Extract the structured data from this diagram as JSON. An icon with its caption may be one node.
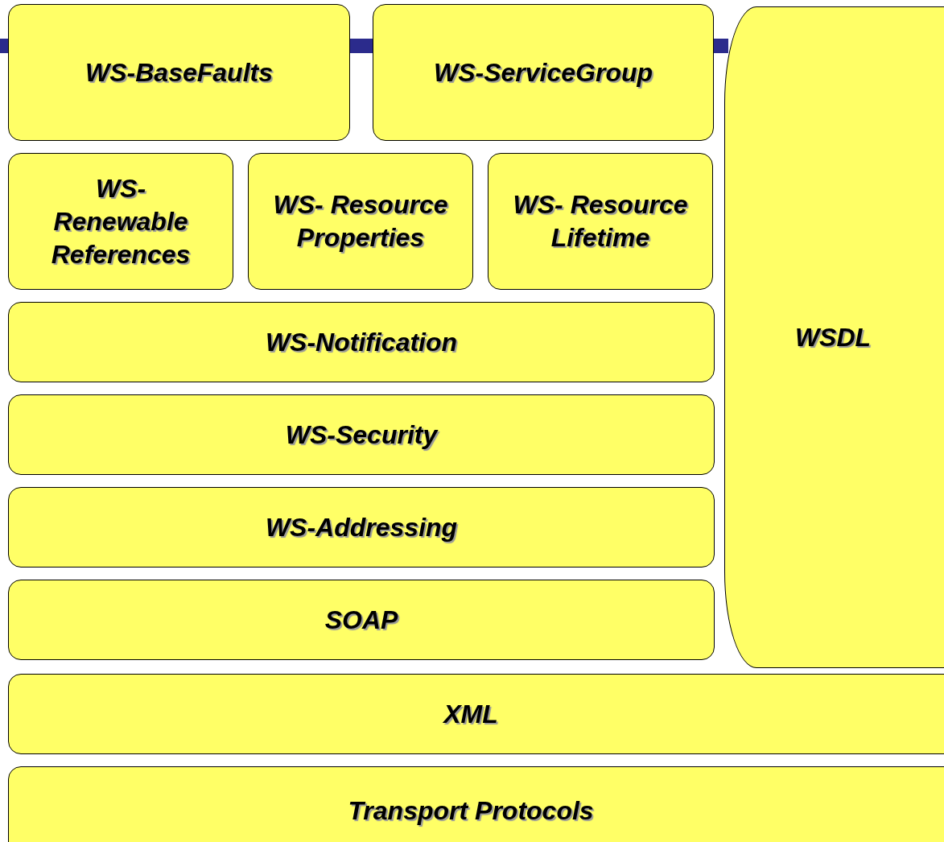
{
  "diagram": {
    "nodes": [
      {
        "text": [
          "WS-BaseFaults"
        ]
      },
      {
        "text": [
          "WS-ServiceGroup"
        ]
      },
      {
        "text": [
          "WS- Renewable References"
        ]
      },
      {
        "text": [
          "WS- Resource Properties"
        ]
      },
      {
        "text": [
          "WS- Resource Lifetime"
        ]
      },
      {
        "text": [
          "WS-Notification"
        ]
      },
      {
        "text": [
          "WS-Security"
        ]
      },
      {
        "text": [
          "WS-Addressing"
        ]
      },
      {
        "text": [
          "SOAP"
        ]
      },
      {
        "text": [
          "WSDL"
        ]
      },
      {
        "text": [
          "XML"
        ]
      },
      {
        "text": [
          "Transport Protocols"
        ]
      }
    ]
  }
}
